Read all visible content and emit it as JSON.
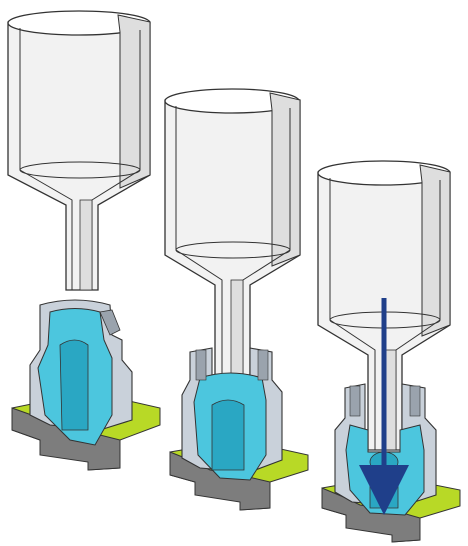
{
  "diagram": {
    "stages": [
      {
        "id": "stage-1",
        "state": "separated"
      },
      {
        "id": "stage-2",
        "state": "lowered"
      },
      {
        "id": "stage-3",
        "state": "pressed"
      }
    ],
    "colors": {
      "background": "#ffffff",
      "funnel_fill": "#f2f2f2",
      "funnel_cut": "#d9d9d9",
      "outline": "#333333",
      "body_gray": "#c9d1da",
      "body_gray_dark": "#9aa3ad",
      "cavity_blue": "#4cc6de",
      "cavity_blue_dark": "#2aa7c3",
      "base_gray": "#7d7d7d",
      "base_green": "#b8d926",
      "arrow": "#1f3f8a"
    }
  }
}
